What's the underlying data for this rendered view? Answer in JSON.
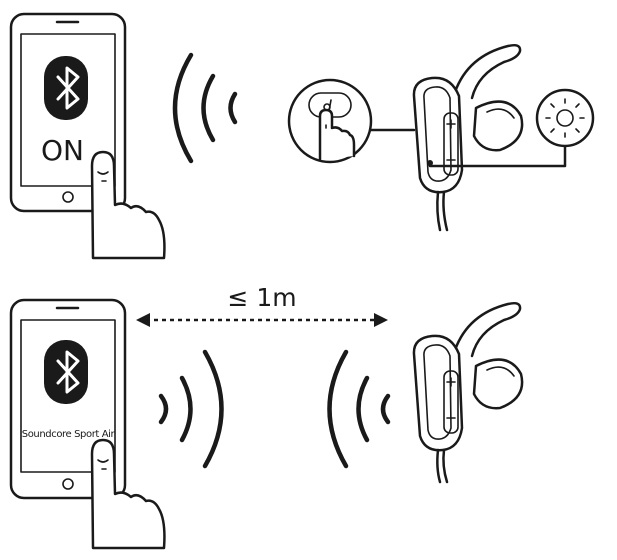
{
  "step1": {
    "phone_status": "ON"
  },
  "step2": {
    "distance_label": "≤ 1m",
    "device_name": "Soundcore Sport Air"
  },
  "colors": {
    "ink": "#1a1a1a",
    "background": "#ffffff"
  },
  "icons": [
    "bluetooth-icon",
    "light-indicator-icon",
    "finger-tap-icon"
  ]
}
